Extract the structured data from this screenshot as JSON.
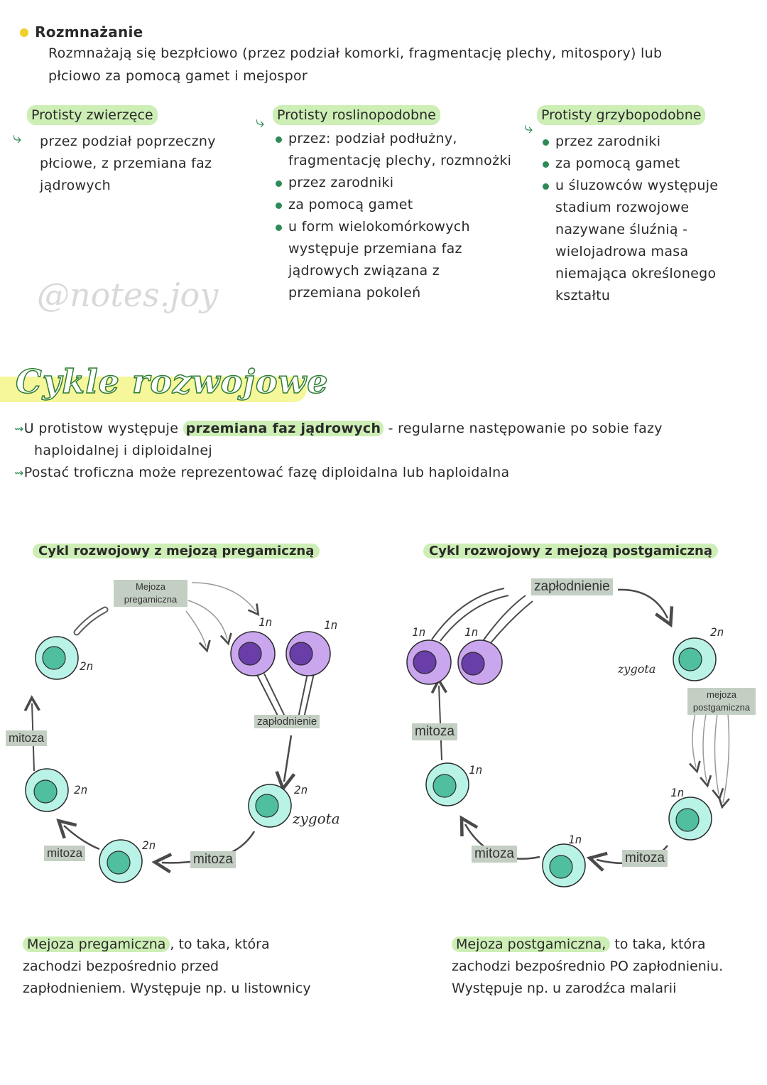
{
  "reproduction": {
    "heading": "Rozmnażanie",
    "intro_line1": "Rozmnażają się bezpłciowo (przez podział komorki, fragmentację plechy, mitospory) lub",
    "intro_line2": "płciowo za pomocą gamet i mejospor"
  },
  "columns": {
    "animal": {
      "title": "Protisty zwierzęce",
      "lines": [
        "przez podział poprzeczny",
        "płciowe, z przemiana faz",
        "jądrowych"
      ]
    },
    "plant": {
      "title": "Protisty roslinopodobne",
      "items": [
        [
          "przez: podział podłużny,",
          "fragmentację plechy, rozmnożki"
        ],
        [
          "przez zarodniki"
        ],
        [
          "za pomocą gamet"
        ],
        [
          "u form wielokomórkowych",
          "występuje przemiana faz",
          "jądrowych związana z",
          "przemiana pokoleń"
        ]
      ]
    },
    "fungi": {
      "title": "Protisty grzybopodobne",
      "items": [
        [
          "przez zarodniki"
        ],
        [
          "za pomocą gamet"
        ],
        [
          "u śluzowców występuje",
          "stadium rozwojowe",
          "nazywane śluźnią -",
          "wielojadrowa masa",
          "niemająca określonego",
          "kształtu"
        ]
      ]
    }
  },
  "watermark": "@notes.joy",
  "cycles_section": {
    "title": "Cykle rozwojowe",
    "line1_prefix": "U protistow występuje ",
    "line1_highlight": "przemiana faz jądrowych",
    "line1_suffix": " - regularne następowanie po sobie fazy",
    "line1_cont": "haploidalnej i diploidalnej",
    "line2": "Postać troficzna może reprezentować fazę diploidalna lub haploidalna"
  },
  "diagram_pre": {
    "title": "Cykl rozwojowy z mejozą pregamiczną",
    "meiosis_label_1": "Mejoza",
    "meiosis_label_2": "pregamiczna",
    "fertilization_label": "zapłodnienie",
    "mitosis_label": "mitoza",
    "zygote_label": "zygota",
    "ploidy_2n": "2n",
    "ploidy_1n": "1n"
  },
  "diagram_post": {
    "title": "Cykl rozwojowy z mejozą postgamiczną",
    "fertilization_label": "zapłodnienie",
    "meiosis_label_1": "mejoza",
    "meiosis_label_2": "postgamiczna",
    "mitosis_label": "mitoza",
    "zygote_label": "zygota",
    "ploidy_2n": "2n",
    "ploidy_1n": "1n"
  },
  "captions": {
    "pre_term": "Mejoza pregamiczna",
    "pre_rest1": ", to taka, która",
    "pre_line2": "zachodzi bezpośrednio przed",
    "pre_line3": "zapłodnieniem. Występuje np. u listownicy",
    "post_term": "Mejoza postgamiczna,",
    "post_rest1": " to taka, która",
    "post_line2": "zachodzi bezpośrednio PO zapłodnieniu.",
    "post_line3": "Występuje np. u zarodźca malarii"
  },
  "colors": {
    "highlight_green": "#cdeeb5",
    "cell_outer": "#b9f2e6",
    "cell_inner": "#4fbf9f",
    "gamete_outer": "#c9a6ee",
    "gamete_inner": "#6a3ea8",
    "bullet_yellow": "#f1cf2a",
    "bullet_green": "#2e8b57"
  }
}
